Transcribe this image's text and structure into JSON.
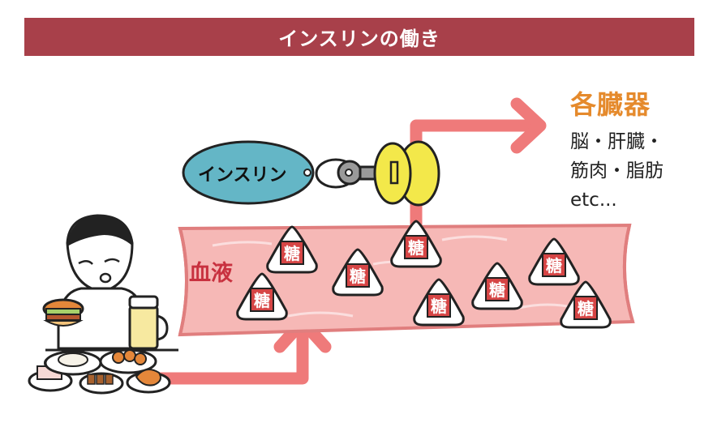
{
  "header": {
    "title": "インスリンの働き"
  },
  "insulin": {
    "label": "インスリン"
  },
  "blood": {
    "label": "血液"
  },
  "organs": {
    "title": "各臓器",
    "lines": [
      "脳・肝臓・",
      "筋肉・脂肪",
      "etc..."
    ]
  },
  "sugar": {
    "label": "糖"
  },
  "colors": {
    "header_bg": "#a8404a",
    "arrow": "#ef7a7a",
    "vessel_fill": "#f6b8b6",
    "vessel_stroke": "#e07e7e",
    "insulin_fill": "#64b6c6",
    "lock_fill": "#f3e84a",
    "key_fill": "#9a9a9a",
    "organs_title": "#e58a2c",
    "blood_label": "#c8313f"
  }
}
